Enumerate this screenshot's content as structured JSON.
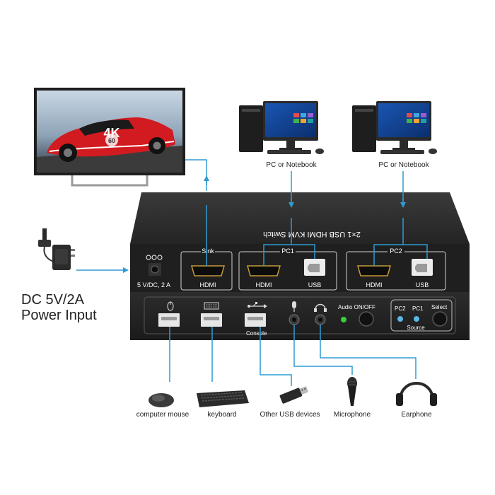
{
  "top_labels": {
    "pc1": "PC or Notebook",
    "pc2": "PC or Notebook"
  },
  "tv": {
    "badge_4k": "4K",
    "badge_60": "60"
  },
  "power": {
    "line1": "DC 5V/2A",
    "line2": "Power Input"
  },
  "device": {
    "top_text": "2×1 USB HDMI KVM Switch",
    "dc_label": "5 V/DC, 2 A",
    "groups": {
      "sink": "Sink",
      "pc1": "PC1",
      "pc2": "PC2"
    },
    "ports": {
      "sink_hdmi": "HDMI",
      "pc1_hdmi": "HDMI",
      "pc1_usb": "USB",
      "pc2_hdmi": "HDMI",
      "pc2_usb": "USB"
    },
    "front": {
      "console": "Console",
      "audio": "Audio ON/OFF",
      "pc2": "PC2",
      "pc1": "PC1",
      "select": "Select",
      "source": "Source"
    }
  },
  "bottom_labels": {
    "mouse": "computer mouse",
    "keyboard": "keyboard",
    "usb": "Other USB devices",
    "mic": "Microphone",
    "earphone": "Earphone"
  },
  "colors": {
    "line": "#2f9bd3",
    "chassis": "#262626",
    "led_green": "#37d13a",
    "led_blue": "#5ab7e6"
  }
}
